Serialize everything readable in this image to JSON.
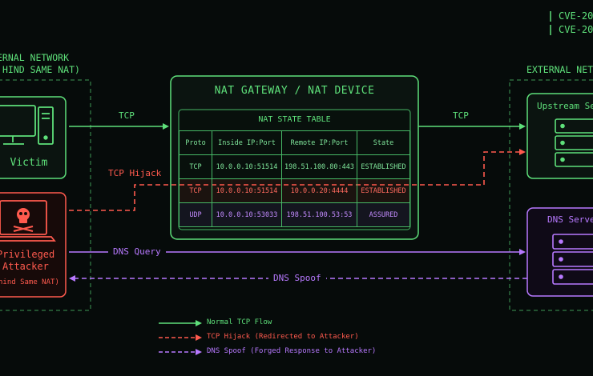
{
  "cve": {
    "line1": "CVE-20",
    "line2": "CVE-20"
  },
  "internal_network": {
    "title_line1": "ERNAL NETWORK",
    "title_line2": "HIND SAME NAT)"
  },
  "external_network": {
    "title": "EXTERNAL NET"
  },
  "victim": {
    "label": "Victim"
  },
  "attacker": {
    "label_line1": "Privileged",
    "label_line2": "Attacker",
    "label_line3": "hind Same NAT)"
  },
  "gateway": {
    "title": "NAT GATEWAY / NAT DEVICE"
  },
  "nat_table": {
    "title": "NAT STATE TABLE",
    "headers": [
      "Proto",
      "Inside IP:Port",
      "Remote IP:Port",
      "State"
    ],
    "rows": [
      [
        "TCP",
        "10.0.0.10:51514",
        "198.51.100.80:443",
        "ESTABLISHED"
      ],
      [
        "TCP",
        "10.0.0.10:51514",
        "10.0.0.20:4444",
        "ESTABLISHED"
      ],
      [
        "UDP",
        "10.0.0.10:53033",
        "198.51.100.53:53",
        "ASSURED"
      ]
    ]
  },
  "upstream_server": {
    "label": "Upstream Se"
  },
  "dns_server": {
    "label": "DNS Serve"
  },
  "flows": {
    "tcp_left": "TCP",
    "tcp_right": "TCP",
    "tcp_hijack": "TCP Hijack",
    "dns_query": "DNS Query",
    "dns_spoof": "DNS Spoof"
  },
  "legend": [
    {
      "label": "Normal TCP Flow",
      "color": "#5ee07a",
      "style": "solid"
    },
    {
      "label": "TCP Hijack (Redirected to Attacker)",
      "color": "#ff5a4e",
      "style": "dashed"
    },
    {
      "label": "DNS Spoof (Forged Response to Attacker)",
      "color": "#b779ff",
      "style": "dashed"
    }
  ],
  "colors": {
    "normal": "#5ee07a",
    "hijack": "#ff5a4e",
    "dns": "#b779ff",
    "background": "#060b0a"
  }
}
